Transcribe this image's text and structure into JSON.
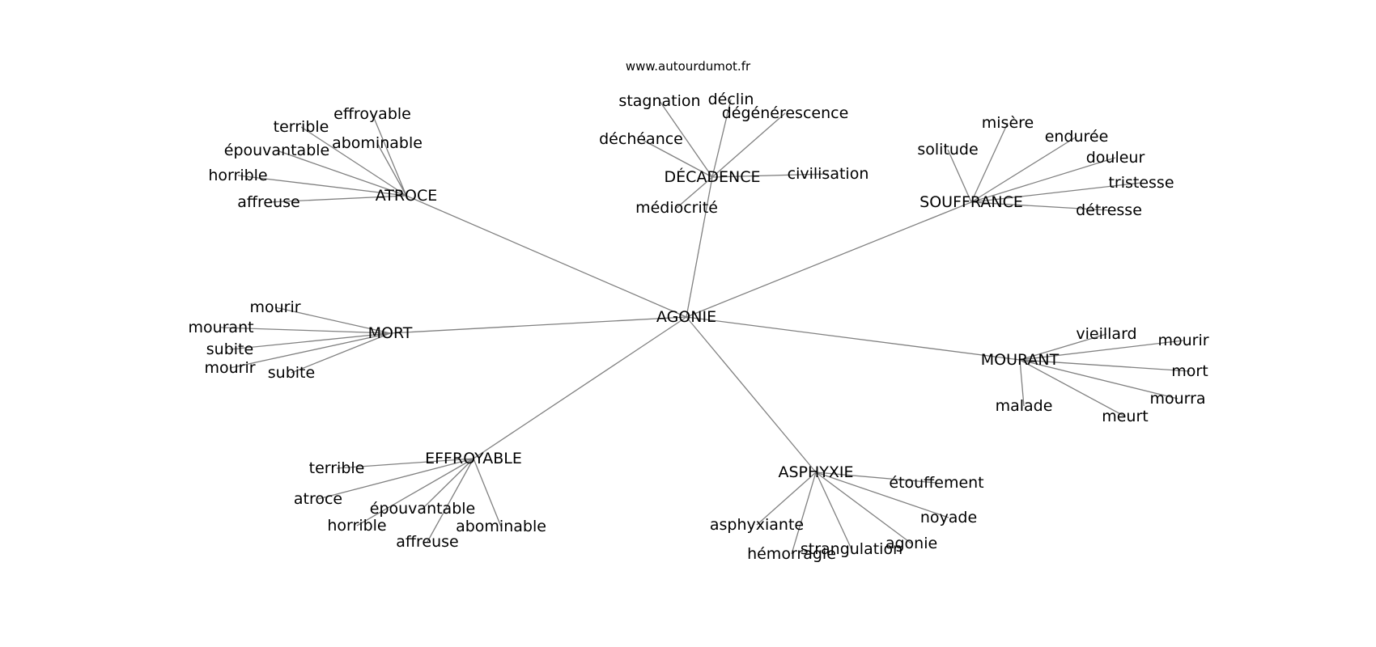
{
  "source": "www.autourdumot.fr",
  "graph": {
    "root": "AGONIE",
    "hubs": [
      {
        "label": "ATROCE",
        "leaves": [
          "effroyable",
          "terrible",
          "abominable",
          "épouvantable",
          "horrible",
          "affreuse"
        ]
      },
      {
        "label": "DÉCADENCE",
        "leaves": [
          "stagnation",
          "déclin",
          "dégénérescence",
          "déchéance",
          "civilisation",
          "médiocrité"
        ]
      },
      {
        "label": "SOUFFRANCE",
        "leaves": [
          "misère",
          "endurée",
          "solitude",
          "douleur",
          "tristesse",
          "détresse"
        ]
      },
      {
        "label": "MORT",
        "leaves": [
          "mourir",
          "mourant",
          "subite",
          "mourir",
          "subite"
        ]
      },
      {
        "label": "MOURANT",
        "leaves": [
          "vieillard",
          "mourir",
          "mort",
          "mourra",
          "meurt",
          "malade"
        ]
      },
      {
        "label": "EFFROYABLE",
        "leaves": [
          "terrible",
          "atroce",
          "épouvantable",
          "horrible",
          "abominable",
          "affreuse"
        ]
      },
      {
        "label": "ASPHYXIE",
        "leaves": [
          "étouffement",
          "noyade",
          "agonie",
          "strangulation",
          "hémorragie",
          "asphyxiante"
        ]
      }
    ]
  }
}
